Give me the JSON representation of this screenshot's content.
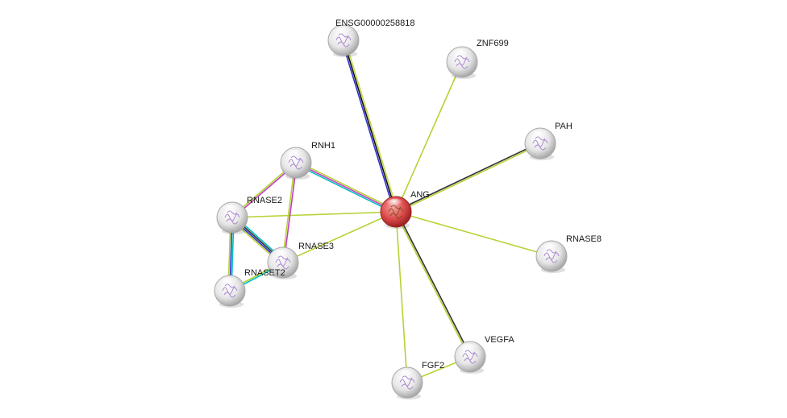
{
  "network": {
    "center_node": "ANG",
    "nodes": [
      {
        "id": "ANG",
        "label": "ANG",
        "color": "#e05a5a",
        "query": true
      },
      {
        "id": "ENSG00000258818",
        "label": "ENSG00000258818",
        "color": "#e8e8e8"
      },
      {
        "id": "ZNF699",
        "label": "ZNF699",
        "color": "#e8e8e8"
      },
      {
        "id": "PAH",
        "label": "PAH",
        "color": "#e8e8e8"
      },
      {
        "id": "RNH1",
        "label": "RNH1",
        "color": "#e8e8e8"
      },
      {
        "id": "RNASE2",
        "label": "RNASE2",
        "color": "#e8e8e8"
      },
      {
        "id": "RNASE3",
        "label": "RNASE3",
        "color": "#e8e8e8"
      },
      {
        "id": "RNASET2",
        "label": "RNASET2",
        "color": "#e8e8e8"
      },
      {
        "id": "RNASE8",
        "label": "RNASE8",
        "color": "#e8e8e8"
      },
      {
        "id": "VEGFA",
        "label": "VEGFA",
        "color": "#e8e8e8"
      },
      {
        "id": "FGF2",
        "label": "FGF2",
        "color": "#e8e8e8"
      }
    ],
    "edges": [
      {
        "source": "ANG",
        "target": "ENSG00000258818",
        "colors": [
          "#3333cc",
          "#111111",
          "#c8d84a"
        ]
      },
      {
        "source": "ANG",
        "target": "ZNF699",
        "colors": [
          "#b5d334"
        ]
      },
      {
        "source": "ANG",
        "target": "PAH",
        "colors": [
          "#333333",
          "#b5d334"
        ]
      },
      {
        "source": "ANG",
        "target": "RNH1",
        "colors": [
          "#00c0c0",
          "#c040c0",
          "#b5d334"
        ]
      },
      {
        "source": "ANG",
        "target": "RNASE2",
        "colors": [
          "#b5d334"
        ]
      },
      {
        "source": "ANG",
        "target": "RNASE3",
        "colors": [
          "#b5d334"
        ]
      },
      {
        "source": "ANG",
        "target": "RNASE8",
        "colors": [
          "#b5d334"
        ]
      },
      {
        "source": "ANG",
        "target": "VEGFA",
        "colors": [
          "#333333",
          "#b5d334"
        ]
      },
      {
        "source": "ANG",
        "target": "FGF2",
        "colors": [
          "#b5d334"
        ]
      },
      {
        "source": "RNH1",
        "target": "RNASE2",
        "colors": [
          "#c040c0",
          "#b5d334"
        ]
      },
      {
        "source": "RNH1",
        "target": "RNASE3",
        "colors": [
          "#c040c0",
          "#b5d334"
        ]
      },
      {
        "source": "RNASE2",
        "target": "RNASE3",
        "colors": [
          "#00c0c0",
          "#333333",
          "#3333cc",
          "#b5d334"
        ]
      },
      {
        "source": "RNASE2",
        "target": "RNASET2",
        "colors": [
          "#00c0c0",
          "#3333cc",
          "#b5d334"
        ]
      },
      {
        "source": "RNASE3",
        "target": "RNASET2",
        "colors": [
          "#00c0c0",
          "#b5d334"
        ]
      },
      {
        "source": "FGF2",
        "target": "VEGFA",
        "colors": [
          "#b5d334"
        ]
      }
    ]
  }
}
